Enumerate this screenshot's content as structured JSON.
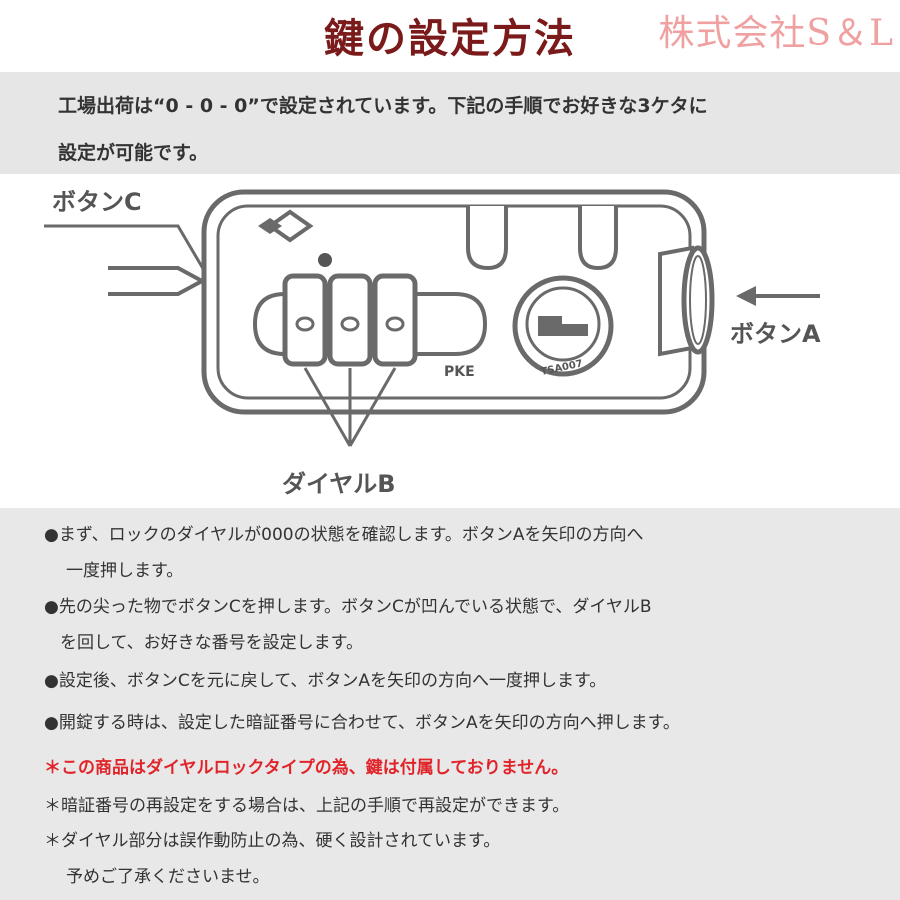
{
  "title": "鍵の設定方法",
  "brand": "株式会社S＆L",
  "intro": {
    "line1": "工場出荷は“0 - 0 - 0”で設定されています。下記の手順でお好きな3ケタに",
    "line2": "設定が可能です。"
  },
  "diagram": {
    "label_button_c": "ボタンC",
    "label_button_a": "ボタンA",
    "label_dial_b": "ダイヤルB",
    "pke_text": "PKE",
    "tsa_text": "TSA007"
  },
  "steps": [
    {
      "text": "●まず、ロックのダイヤルが000の状態を確認します。ボタンAを矢印の方向へ"
    },
    {
      "text": "一度押します。"
    },
    {
      "text": "●先の尖った物でボタンCを押します。ボタンCが凹んでいる状態で、ダイヤルB"
    },
    {
      "text": "を回して、お好きな番号を設定します。"
    },
    {
      "text": "●設定後、ボタンCを元に戻して、ボタンAを矢印の方向へ一度押します。"
    },
    {
      "text": "●開錠する時は、設定した暗証番号に合わせて、ボタンAを矢印の方向へ押します。"
    }
  ],
  "notes": [
    {
      "text": "＊この商品はダイヤルロックタイプの為、鍵は付属しておりません。"
    },
    {
      "text": "＊暗証番号の再設定をする場合は、上記の手順で再設定ができます。"
    },
    {
      "text": "＊ダイヤル部分は誤作動防止の為、硬く設計されています。"
    },
    {
      "text": "予めご了承くださいませ。"
    }
  ],
  "colors": {
    "title": "#7b1a1a",
    "brand": "#f0a0a0",
    "note_red": "#e0242a",
    "gray_box": "#e6e6e6",
    "outline": "#6a6a6a"
  }
}
